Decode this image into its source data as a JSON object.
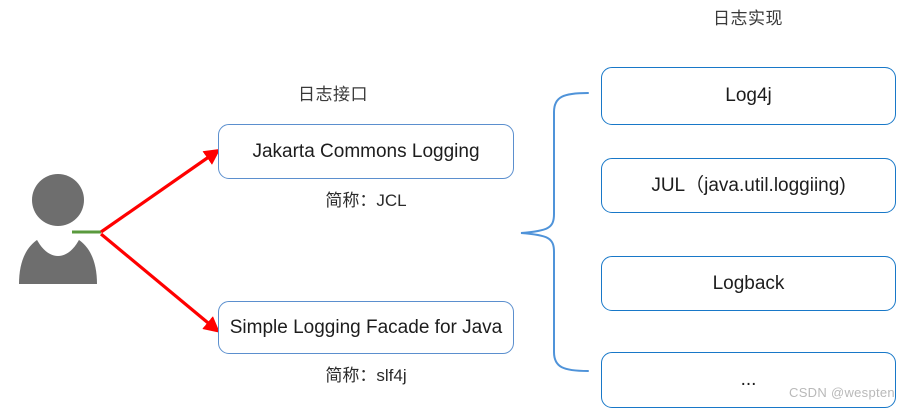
{
  "diagram": {
    "title_logging_interface": "日志接口",
    "title_logging_implementation": "日志实现",
    "actor": {
      "name": "user-avatar",
      "color": "#6e6e6e"
    },
    "colors": {
      "arrow_red": "#ff0000",
      "brace_blue": "#4f93d9",
      "box_border_left": "#5b8fce",
      "box_border_right": "#1878c8",
      "connector_green": "#5a9a3d",
      "text": "#1d1d1d",
      "watermark": "#b9b9b9"
    },
    "interfaces": [
      {
        "label": "Jakarta Commons Logging",
        "caption": "简称：JCL"
      },
      {
        "label": "Simple Logging Facade for Java",
        "caption": "简称：slf4j"
      }
    ],
    "implementations": [
      {
        "label": "Log4j"
      },
      {
        "label": "JUL（java.util.loggiing)"
      },
      {
        "label": "Logback"
      },
      {
        "label": "..."
      }
    ]
  },
  "watermark": {
    "text": "CSDN @wespten"
  }
}
